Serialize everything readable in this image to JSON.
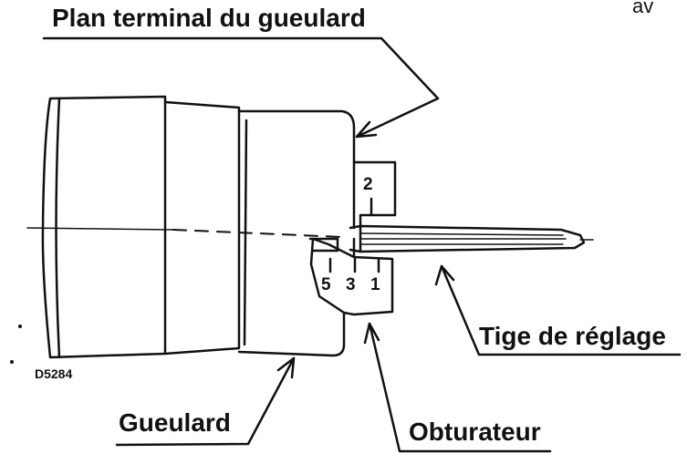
{
  "labels": {
    "plan_terminal": "Plan terminal du gueulard",
    "tige": "Tige de réglage",
    "gueulard": "Gueulard",
    "obturateur": "Obturateur",
    "reference": "D5284",
    "cut_text": "av"
  },
  "scale_numbers": {
    "top": "2",
    "bottom": [
      "5",
      "3",
      "1"
    ]
  },
  "colors": {
    "ink": "#111111",
    "paper": "#ffffff"
  }
}
